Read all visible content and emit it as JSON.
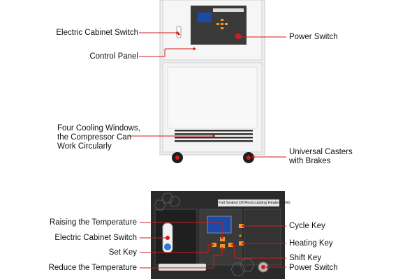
{
  "top_figure": {
    "labels": {
      "electric_cabinet_switch": "Electric Cabinet Switch",
      "control_panel": "Control Panel",
      "power_switch": "Power Switch",
      "cooling_windows": "Four Cooling Windows,\nthe Compressor Can\nWork Circularly",
      "universal_casters": "Universal Casters\nwith Brakes"
    }
  },
  "bottom_figure": {
    "panel_title": "Full Sealed Oil Recirculating Heater(H-90)",
    "labels": {
      "raising_temperature": "Raising the Temperature",
      "electric_cabinet_switch": "Electric Cabinet Switch",
      "set_key": "Set Key",
      "reduce_temperature": "Reduce the Temperature",
      "cycle_key": "Cycle Key",
      "heating_key": "Heating Key",
      "shift_key": "Shift Key",
      "power_switch": "Power Switch"
    }
  },
  "colors": {
    "cabinet_body": "#f1f1f1",
    "panel_dark": "#2b2b2b",
    "leader_line": "#d21b1b",
    "key_orange": "#f29a1f",
    "display_blue": "#1c4aa6"
  }
}
